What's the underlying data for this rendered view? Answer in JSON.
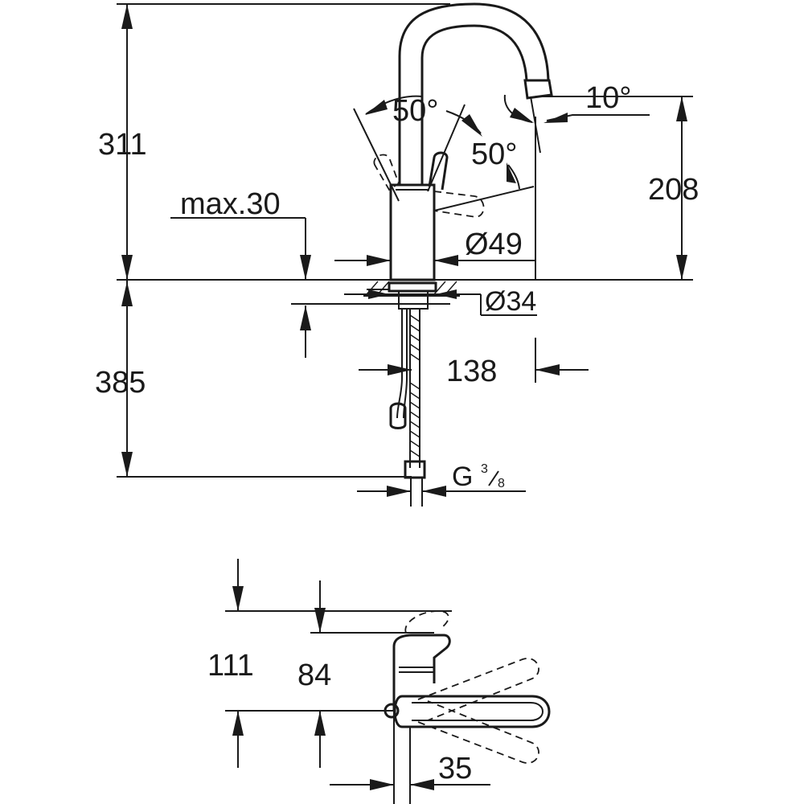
{
  "dimensions": {
    "overall_height": "311",
    "spout_height": "208",
    "lever_angle_left": "50°",
    "lever_angle_right": "50°",
    "spout_angle": "10°",
    "deck_thickness": "max.30",
    "body_diameter": "Ø49",
    "shank_diameter": "Ø34",
    "hose_length": "385",
    "spout_reach": "138",
    "thread_main": "G",
    "thread_num": "3",
    "thread_den": "8",
    "lever_height_total": "111",
    "lever_height_body": "84",
    "lever_offset": "35"
  }
}
